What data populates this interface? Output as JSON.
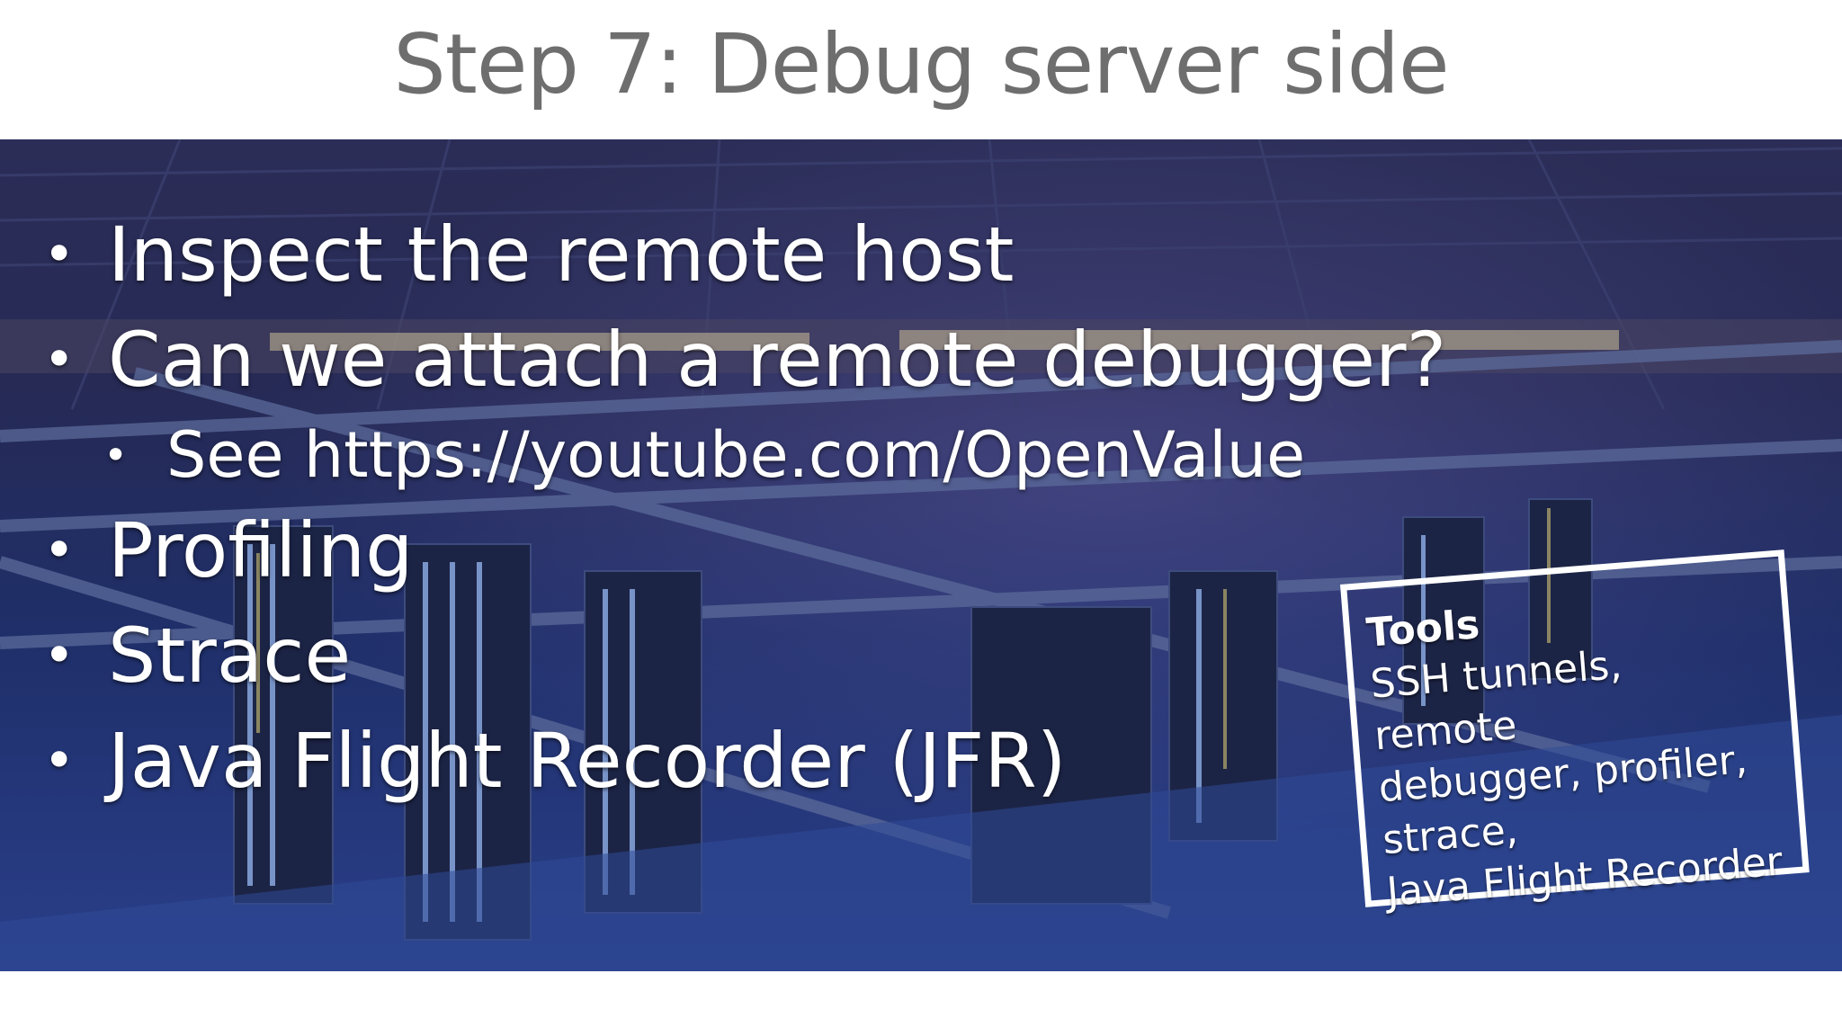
{
  "slide": {
    "title": "Step 7: Debug server side",
    "bullets": [
      {
        "text": "Inspect the remote host",
        "level": 1
      },
      {
        "text": "Can we attach a remote debugger?",
        "level": 1
      },
      {
        "text": "See https://youtube.com/OpenValue",
        "level": 2
      },
      {
        "text": "Profiling",
        "level": 1
      },
      {
        "text": "Strace",
        "level": 1
      },
      {
        "text": "Java Flight Recorder (JFR)",
        "level": 1
      }
    ],
    "bullet_glyph": "•",
    "tools_box": {
      "title": "Tools",
      "text": "SSH tunnels, remote\ndebugger, profiler,\nstrace,\nJava Flight Recorder"
    }
  },
  "background": {
    "photo_subject": "data center interior with server racks",
    "accent_colors": [
      "#2b2d57",
      "#2a3f8a",
      "#ffffff"
    ]
  }
}
